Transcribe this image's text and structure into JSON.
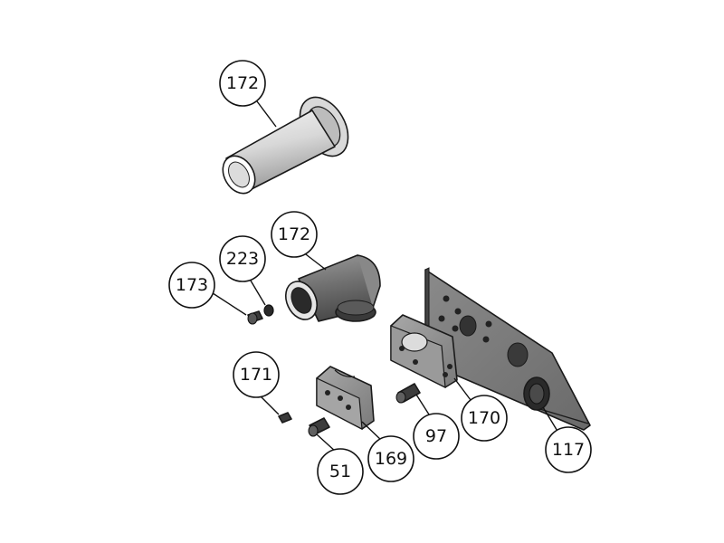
{
  "callouts": [
    {
      "id": "c1",
      "label": "172"
    },
    {
      "id": "c2",
      "label": "172"
    },
    {
      "id": "c3",
      "label": "223"
    },
    {
      "id": "c4",
      "label": "173"
    },
    {
      "id": "c5",
      "label": "171"
    },
    {
      "id": "c6",
      "label": "51"
    },
    {
      "id": "c7",
      "label": "169"
    },
    {
      "id": "c8",
      "label": "97"
    },
    {
      "id": "c9",
      "label": "170"
    },
    {
      "id": "c10",
      "label": "117"
    }
  ],
  "colors": {
    "part_light": "#e6e6e6",
    "part_mid": "#bdbdbd",
    "part_dark": "#6f6f6f",
    "part_black": "#2a2a2a",
    "line": "#1a1a1a"
  }
}
